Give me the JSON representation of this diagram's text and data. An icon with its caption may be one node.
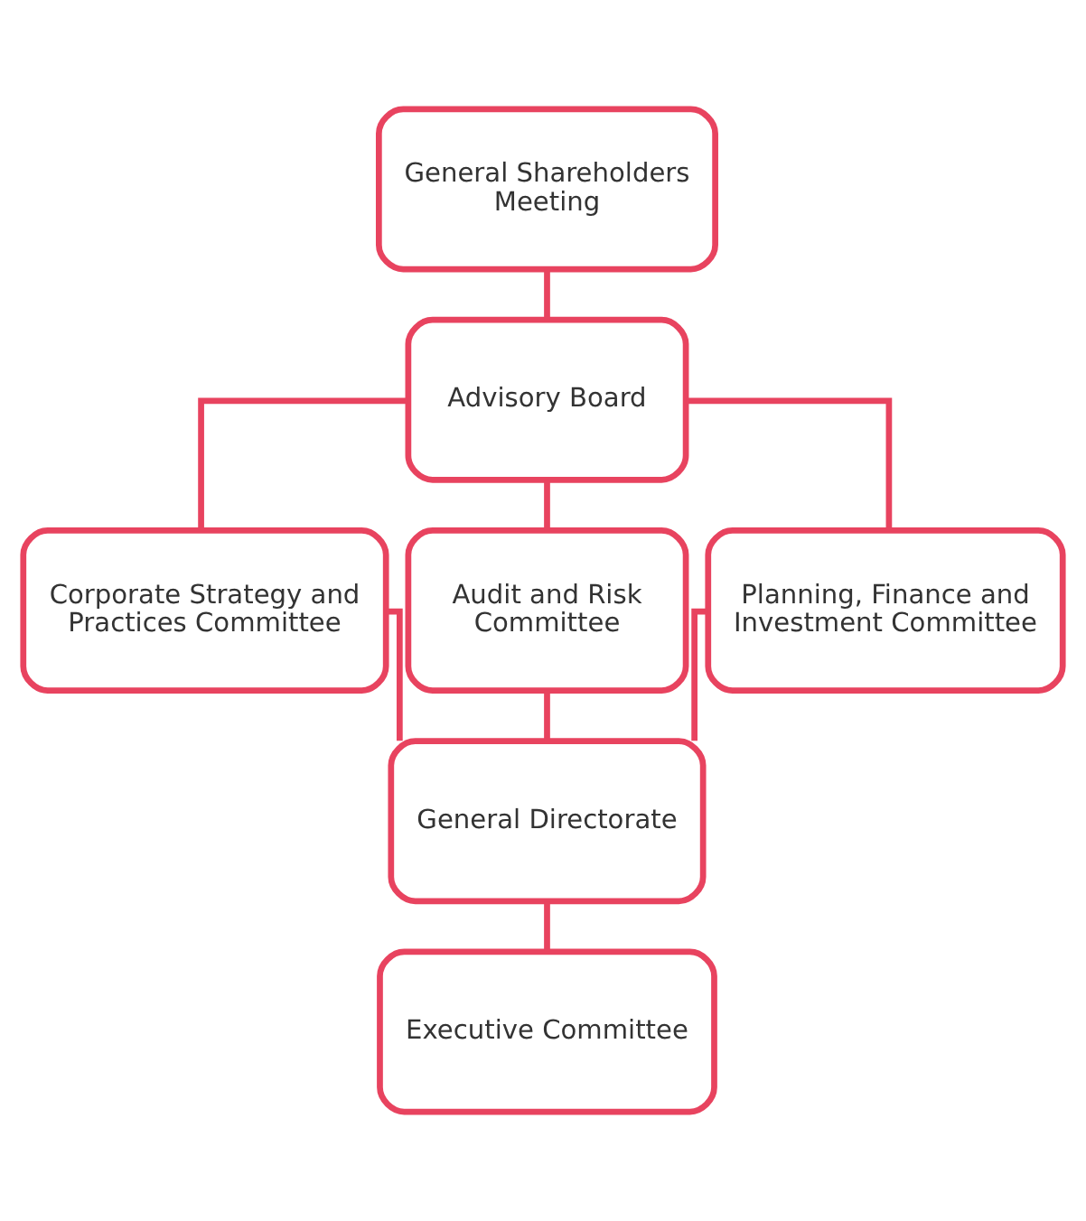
{
  "diagram": {
    "nodes": [
      {
        "text": [
          "General Shareholders Meeting"
        ]
      },
      {
        "text": [
          "Advisory Board"
        ]
      },
      {
        "text": [
          "Corporate Strategy and Practices Committee"
        ]
      },
      {
        "text": [
          "Audit and Risk Committee"
        ]
      },
      {
        "text": [
          "Planning, Finance and Investment Committee"
        ]
      },
      {
        "text": [
          "General Directorate"
        ]
      },
      {
        "text": [
          "Executive Committee"
        ]
      }
    ],
    "edges": [
      {
        "from": 0,
        "to": 1,
        "arrow": "none"
      },
      {
        "from": 1,
        "to": 2,
        "arrow": "none"
      },
      {
        "from": 1,
        "to": 3,
        "arrow": "none"
      },
      {
        "from": 1,
        "to": 4,
        "arrow": "none"
      },
      {
        "from": 2,
        "to": 5,
        "arrow": "none"
      },
      {
        "from": 3,
        "to": 5,
        "arrow": "none"
      },
      {
        "from": 4,
        "to": 5,
        "arrow": "none"
      },
      {
        "from": 5,
        "to": 6,
        "arrow": "none"
      }
    ]
  }
}
